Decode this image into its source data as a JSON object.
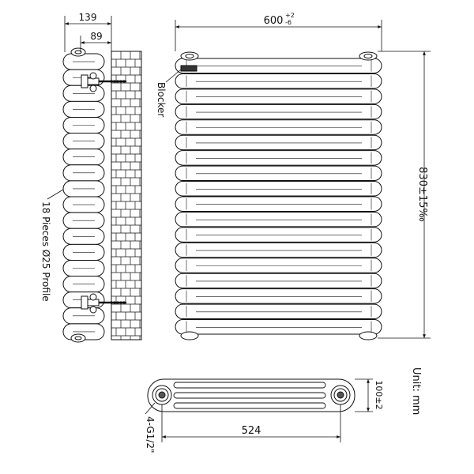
{
  "side_view": {
    "depth_total": "139",
    "depth_to_wall": "89",
    "pieces_label": "18 Pieces Ø25 Profile"
  },
  "front_view": {
    "width_value": "600",
    "width_tol_upper": "+2",
    "width_tol_lower": "-6",
    "height_value": "830±15‰",
    "blocker_label": "Blocker",
    "element_count": 18
  },
  "bottom_view": {
    "length_value": "524",
    "depth_value": "100±2",
    "connection_label": "4-G1/2\""
  },
  "units_label": "Unit: mm",
  "colors": {
    "line": "#111111",
    "background": "#ffffff"
  }
}
